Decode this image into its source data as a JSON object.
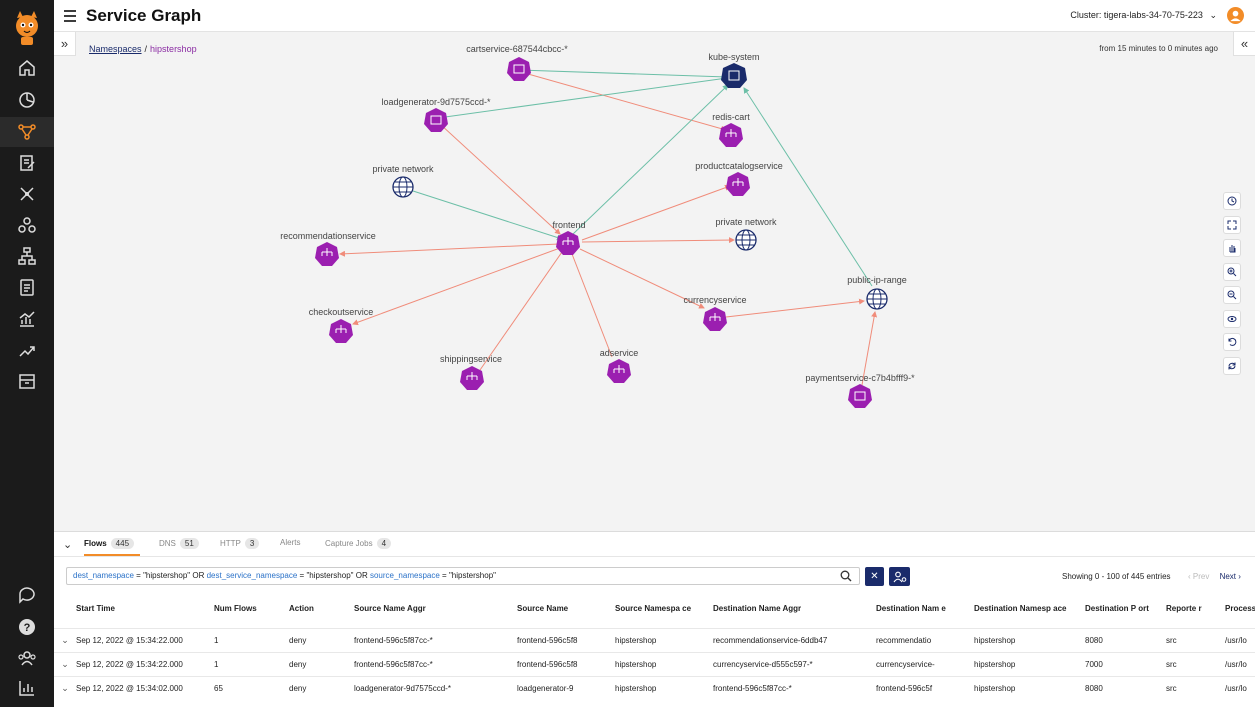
{
  "header": {
    "title": "Service Graph",
    "cluster": "Cluster: tigera-labs-34-70-75-223",
    "icons": [
      "hamburger-icon",
      "chevron-down-icon",
      "user-icon"
    ]
  },
  "leftnav": {
    "items": [
      "home-icon",
      "dashboard-icon",
      "service-graph-icon",
      "policies-icon",
      "endpoints-icon",
      "nodes-icon",
      "network-icon",
      "compliance-icon",
      "activity-icon",
      "trending-icon",
      "store-icon",
      "chat-icon",
      "help-icon",
      "users-icon",
      "stats-icon"
    ],
    "active": "service-graph-icon"
  },
  "graph": {
    "breadcrumb": {
      "root": "Namespaces",
      "separator": "/",
      "current": "hipstershop"
    },
    "time_range": "from 15 minutes to 0 minutes ago",
    "nodes": {
      "cartservice": "cartservice-687544cbcc-*",
      "kube_system": "kube-system",
      "loadgenerator": "loadgenerator-9d7575ccd-*",
      "redis_cart": "redis-cart",
      "productcatalog": "productcatalogservice",
      "private_network_left": "private network",
      "frontend": "frontend",
      "private_network_right": "private network",
      "recommendation": "recommendationservice",
      "public_ip": "public-ip-range",
      "currency": "currencyservice",
      "checkout": "checkoutservice",
      "shipping": "shippingservice",
      "adservice": "adservice",
      "payment": "paymentservice-c7b4bfff9-*"
    },
    "tools": [
      "clock-icon",
      "fit-icon",
      "pan-icon",
      "zoom-in-icon",
      "zoom-out-icon",
      "eye-icon",
      "undo-icon",
      "refresh-icon"
    ],
    "colors": {
      "node": "#9b1fb0",
      "namespace": "#1a2b6b",
      "edge_allow": "#6cbfa7",
      "edge_deny": "#f08c7a"
    }
  },
  "panel": {
    "tabs": [
      {
        "label": "Flows",
        "count": "445"
      },
      {
        "label": "DNS",
        "count": "51"
      },
      {
        "label": "HTTP",
        "count": "3"
      },
      {
        "label": "Alerts",
        "count": ""
      },
      {
        "label": "Capture Jobs",
        "count": "4"
      }
    ],
    "query": {
      "k1": "dest_namespace",
      "v1": "\"hipstershop\"",
      "k2": "dest_service_namespace",
      "v2": "\"hipstershop\"",
      "k3": "source_namespace",
      "v3": "\"hipstershop\"",
      "or": "OR",
      "eq": "="
    },
    "entries": "Showing 0 - 100 of 445 entries",
    "prev": "Prev",
    "next": "Next",
    "columns": [
      "Start Time",
      "Num Flows",
      "Action",
      "Source Name Aggr",
      "Source Name",
      "Source Namespa ce",
      "Destination Name Aggr",
      "Destination Nam e",
      "Destination Namesp ace",
      "Destination P ort",
      "Reporte r",
      "Process"
    ],
    "rows": [
      [
        "Sep 12, 2022 @ 15:34:22.000",
        "1",
        "deny",
        "frontend-596c5f87cc-*",
        "frontend-596c5f8",
        "hipstershop",
        "recommendationservice-6ddb47",
        "recommendatio",
        "hipstershop",
        "8080",
        "src",
        "/usr/lo"
      ],
      [
        "Sep 12, 2022 @ 15:34:22.000",
        "1",
        "deny",
        "frontend-596c5f87cc-*",
        "frontend-596c5f8",
        "hipstershop",
        "currencyservice-d555c597-*",
        "currencyservice-",
        "hipstershop",
        "7000",
        "src",
        "/usr/lo"
      ],
      [
        "Sep 12, 2022 @ 15:34:02.000",
        "65",
        "deny",
        "loadgenerator-9d7575ccd-*",
        "loadgenerator-9",
        "hipstershop",
        "frontend-596c5f87cc-*",
        "frontend-596c5f",
        "hipstershop",
        "8080",
        "src",
        "/usr/lo"
      ]
    ]
  }
}
